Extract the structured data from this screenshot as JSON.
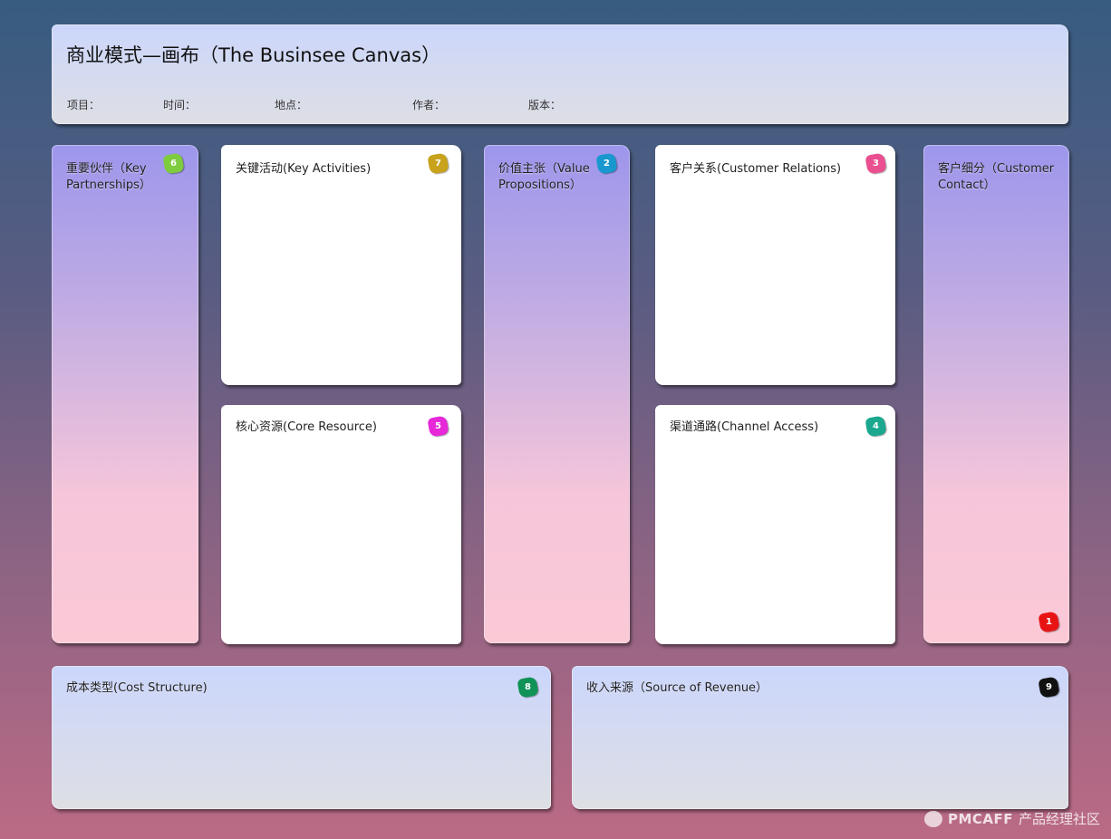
{
  "header": {
    "title": "商业模式—画布（The Businsee Canvas）",
    "fields": {
      "project": "项目：",
      "time": "时间：",
      "location": "地点：",
      "author": "作者：",
      "version": "版本："
    }
  },
  "blocks": {
    "key_partners": {
      "label_line1": "重要伙伴（Key",
      "label_line2": "Partnerships）",
      "number": "6",
      "color": "#7ecb3e"
    },
    "key_activities": {
      "label": "关键活动(Key Activities)",
      "number": "7",
      "color": "#c9a21c"
    },
    "key_resources": {
      "label": "核心资源(Core Resource)",
      "number": "5",
      "color": "#e628d8"
    },
    "value_propositions": {
      "label_line1": "价值主张（Value",
      "label_line2": "Propositions）",
      "number": "2",
      "color": "#1898cf"
    },
    "customer_relations": {
      "label": "客户关系(Customer Relations)",
      "number": "3",
      "color": "#ea4f8f"
    },
    "channels": {
      "label": "渠道通路(Channel Access)",
      "number": "4",
      "color": "#1aa88f"
    },
    "customer_segments": {
      "label_line1": "客户细分（Customer",
      "label_line2": "Contact）",
      "number": "1",
      "color": "#e81414"
    },
    "cost_structure": {
      "label": "成本类型(Cost Structure)",
      "number": "8",
      "color": "#119256"
    },
    "revenue": {
      "label": "收入来源（Source of Revenue）",
      "number": "9",
      "color": "#111111"
    }
  },
  "watermark": {
    "brand": "PMCAFF",
    "text": "产品经理社区"
  }
}
